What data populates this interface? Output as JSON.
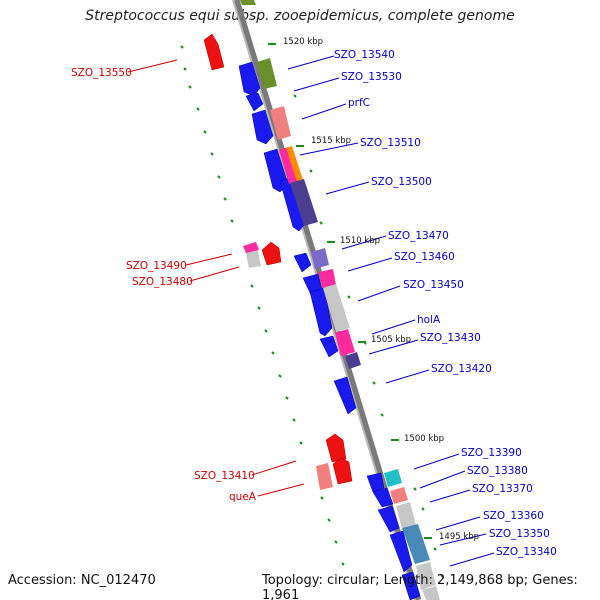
{
  "title": "Streptococcus equi subsp. zooepidemicus, complete genome",
  "footer": {
    "accession": "Accession: NC_012470",
    "summary": "Topology: circular; Length: 2,149,868 bp; Genes: 1,961"
  },
  "ticks": [
    {
      "id": "tick-1520",
      "label": "1520 kbp"
    },
    {
      "id": "tick-1515",
      "label": "1515 kbp"
    },
    {
      "id": "tick-1510",
      "label": "1510 kbp"
    },
    {
      "id": "tick-1505",
      "label": "1505 kbp"
    },
    {
      "id": "tick-1500",
      "label": "1500 kbp"
    },
    {
      "id": "tick-1495",
      "label": "1495 kbp"
    }
  ],
  "genes_right": [
    {
      "id": "g-szo13540",
      "label": "SZO_13540"
    },
    {
      "id": "g-szo13530",
      "label": "SZO_13530"
    },
    {
      "id": "g-prfc",
      "label": "prfC"
    },
    {
      "id": "g-szo13510",
      "label": "SZO_13510"
    },
    {
      "id": "g-szo13500",
      "label": "SZO_13500"
    },
    {
      "id": "g-szo13470",
      "label": "SZO_13470"
    },
    {
      "id": "g-szo13460",
      "label": "SZO_13460"
    },
    {
      "id": "g-szo13450",
      "label": "SZO_13450"
    },
    {
      "id": "g-hola",
      "label": "holA"
    },
    {
      "id": "g-szo13430",
      "label": "SZO_13430"
    },
    {
      "id": "g-szo13420",
      "label": "SZO_13420"
    },
    {
      "id": "g-szo13390",
      "label": "SZO_13390"
    },
    {
      "id": "g-szo13380",
      "label": "SZO_13380"
    },
    {
      "id": "g-szo13370",
      "label": "SZO_13370"
    },
    {
      "id": "g-szo13360",
      "label": "SZO_13360"
    },
    {
      "id": "g-szo13350",
      "label": "SZO_13350"
    },
    {
      "id": "g-szo13340",
      "label": "SZO_13340"
    }
  ],
  "genes_left": [
    {
      "id": "g-szo13550",
      "label": "SZO_13550"
    },
    {
      "id": "g-szo13490",
      "label": "SZO_13490"
    },
    {
      "id": "g-szo13480",
      "label": "SZO_13480"
    },
    {
      "id": "g-szo13410",
      "label": "SZO_13410"
    },
    {
      "id": "g-quea",
      "label": "queA"
    }
  ],
  "colors": {
    "forward_label": "#0000cc",
    "reverse_label": "#cc0000",
    "forward_gene": "#1a1aee",
    "reverse_gene": "#ee1111",
    "backbone": "#8a8a8a",
    "tick": "#1a8a1a"
  }
}
